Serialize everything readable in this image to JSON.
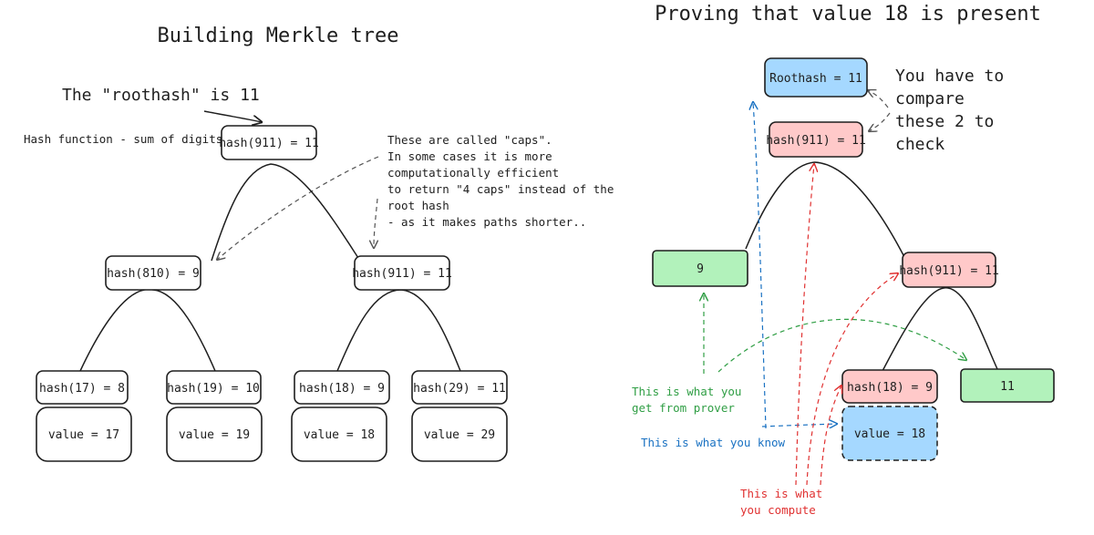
{
  "left": {
    "title": "Building Merkle tree",
    "roothash_note": "The \"roothash\" is 11",
    "hash_fn_note": "Hash function - sum of digits",
    "caps_note": [
      "These are called \"caps\".",
      "In some cases it is more",
      "computationally efficient",
      "to return \"4 caps\" instead of the",
      "root hash",
      "- as it makes paths shorter.."
    ],
    "nodes": {
      "root": "hash(911) = 11",
      "l1_left": "hash(810) = 9",
      "l1_right": "hash(911) = 11",
      "h17": "hash(17) = 8",
      "h19": "hash(19) = 10",
      "h18": "hash(18) = 9",
      "h29": "hash(29) = 11",
      "v17": "value = 17",
      "v19": "value = 19",
      "v18": "value = 18",
      "v29": "value = 29"
    }
  },
  "right": {
    "title": "Proving that value 18 is present",
    "compare_note": [
      "You have to",
      "compare",
      "these 2 to",
      "check"
    ],
    "nodes": {
      "roothash": "Roothash = 11",
      "top": "hash(911) = 11",
      "left9": "9",
      "mid": "hash(911) = 11",
      "h18": "hash(18) = 9",
      "right11": "11",
      "v18": "value = 18"
    },
    "legend": {
      "prover": [
        "This is what you",
        "get from prover"
      ],
      "know": "This is what you know",
      "compute": [
        "This is what",
        "you compute"
      ]
    }
  },
  "colors": {
    "green_fill": "#b2f2bb",
    "green_text": "#2f9e44",
    "blue_fill": "#a5d8ff",
    "blue_text": "#1971c2",
    "red_fill": "#ffc9c9",
    "red_text": "#e03131",
    "ink": "#1e1e1e"
  }
}
